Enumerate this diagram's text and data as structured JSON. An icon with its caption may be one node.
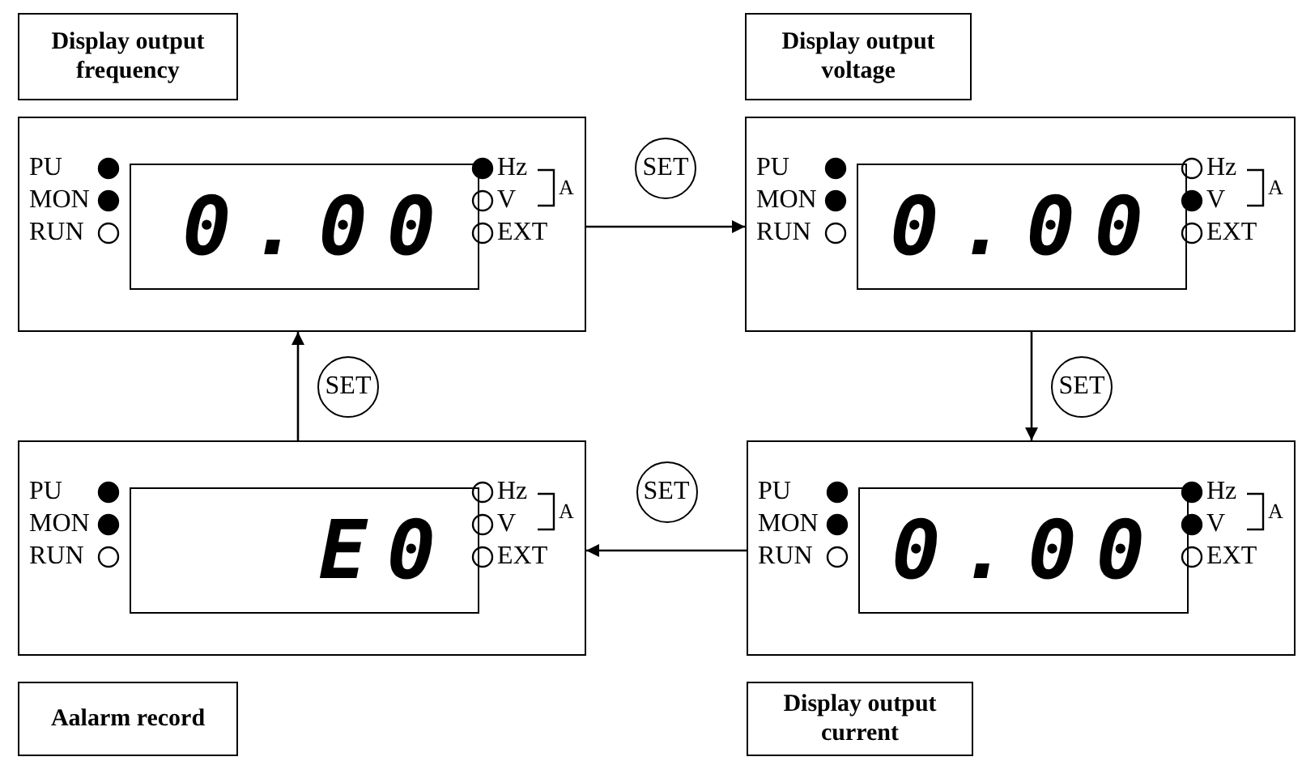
{
  "diagram": {
    "nodes": [
      {
        "text": [
          "Display output frequency"
        ]
      },
      {
        "text": [
          "Display output voltage"
        ]
      },
      {
        "text": [
          "PU",
          "MON",
          "RUN",
          "Hz",
          "V",
          "A",
          "EXT"
        ]
      },
      {
        "text": [
          "0.00"
        ],
        "in": 2
      },
      {
        "text": [
          "PU",
          "MON",
          "RUN",
          "Hz",
          "V",
          "A",
          "EXT"
        ]
      },
      {
        "text": [
          "0.00"
        ],
        "in": 4
      },
      {
        "text": [
          "PU",
          "MON",
          "RUN",
          "Hz",
          "V",
          "A",
          "EXT"
        ]
      },
      {
        "text": [
          "E0"
        ],
        "in": 6
      },
      {
        "text": [
          "PU",
          "MON",
          "RUN",
          "Hz",
          "V",
          "A",
          "EXT"
        ]
      },
      {
        "text": [
          "0.00"
        ],
        "in": 8
      },
      {
        "text": [
          "Aalarm record"
        ]
      },
      {
        "text": [
          "Display output current"
        ]
      }
    ],
    "edges": [
      {
        "from": 2,
        "to": 4,
        "arrow": "to",
        "label": "SET"
      },
      {
        "from": 4,
        "to": 8,
        "arrow": "to",
        "label": "SET"
      },
      {
        "from": 8,
        "to": 6,
        "arrow": "to",
        "label": "SET"
      },
      {
        "from": 6,
        "to": 2,
        "arrow": "to",
        "label": "SET"
      }
    ]
  }
}
